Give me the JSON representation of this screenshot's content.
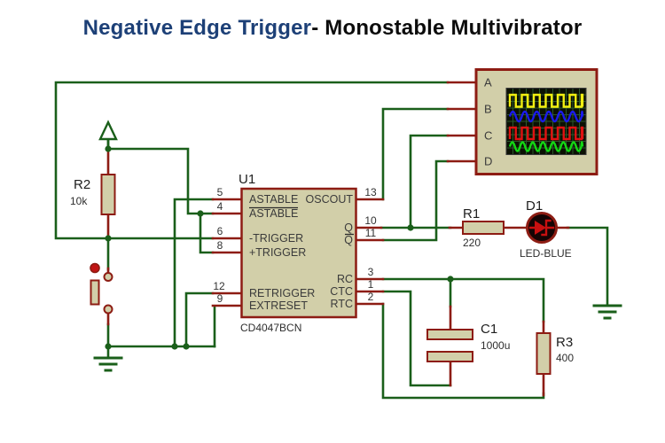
{
  "title": {
    "part1": "Negative Edge Trigger",
    "part2": "- Monostable Multivibrator"
  },
  "ic": {
    "ref": "U1",
    "part": "CD4047BCN",
    "pins_left": [
      {
        "num": "5",
        "label": "ASTABLE"
      },
      {
        "num": "4",
        "label": "ASTABLE"
      },
      {
        "num": "6",
        "label": "-TRIGGER"
      },
      {
        "num": "8",
        "label": "+TRIGGER"
      },
      {
        "num": "12",
        "label": "RETRIGGER"
      },
      {
        "num": "9",
        "label": "EXTRESET"
      }
    ],
    "pins_right": [
      {
        "num": "13",
        "label": "OSCOUT"
      },
      {
        "num": "10",
        "label": "Q"
      },
      {
        "num": "11",
        "label": "Q"
      },
      {
        "num": "3",
        "label": "RC"
      },
      {
        "num": "1",
        "label": "CTC"
      },
      {
        "num": "2",
        "label": "RTC"
      }
    ]
  },
  "components": {
    "r2": {
      "ref": "R2",
      "value": "10k"
    },
    "r1": {
      "ref": "R1",
      "value": "220"
    },
    "r3": {
      "ref": "R3",
      "value": "400"
    },
    "c1": {
      "ref": "C1",
      "value": "1000u"
    },
    "d1": {
      "ref": "D1",
      "value": "LED-BLUE"
    }
  },
  "scope": {
    "channels": [
      {
        "label": "A",
        "wave": "square",
        "color": "#f2ef10"
      },
      {
        "label": "B",
        "wave": "sine",
        "color": "#1a1aee"
      },
      {
        "label": "C",
        "wave": "square",
        "color": "#e01212"
      },
      {
        "label": "D",
        "wave": "sine",
        "color": "#14d814"
      }
    ]
  },
  "colors": {
    "wire": "#1a5f1a",
    "pin": "#8d1c13",
    "comp": "#d2cfa9",
    "accent": "#1d4077",
    "screen": "#0c1104",
    "grid": "#2c582c",
    "led_fill": "#150404",
    "ledsym": "#c81010",
    "btncap": "#c11414"
  }
}
